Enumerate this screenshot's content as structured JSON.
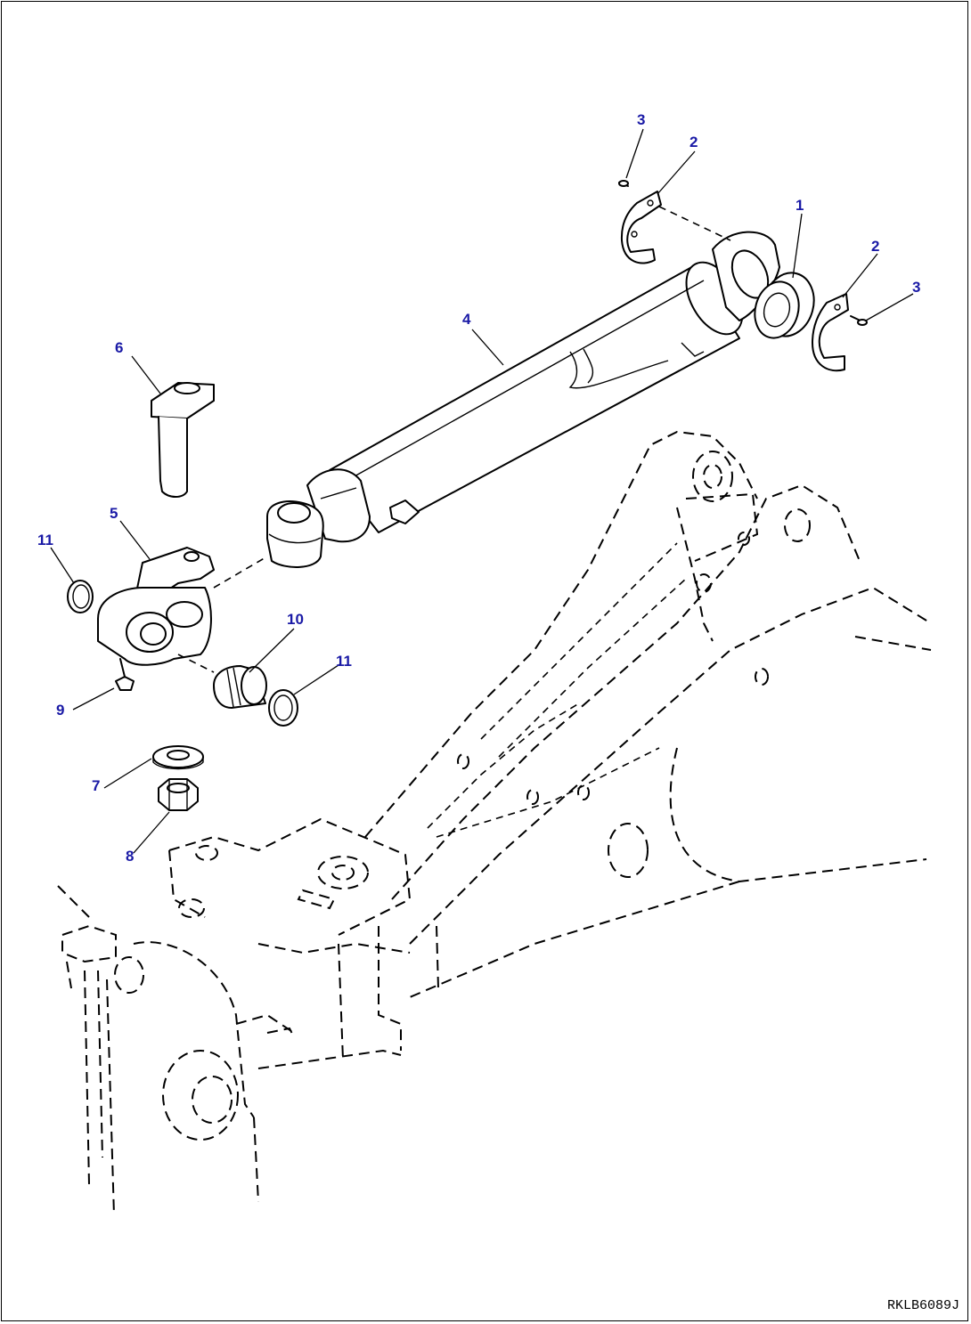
{
  "drawing": {
    "code": "RKLB6089J"
  },
  "callouts": [
    {
      "id": "1",
      "label": "1"
    },
    {
      "id": "2a",
      "label": "2"
    },
    {
      "id": "2b",
      "label": "2"
    },
    {
      "id": "3a",
      "label": "3"
    },
    {
      "id": "3b",
      "label": "3"
    },
    {
      "id": "4",
      "label": "4"
    },
    {
      "id": "5",
      "label": "5"
    },
    {
      "id": "6",
      "label": "6"
    },
    {
      "id": "7",
      "label": "7"
    },
    {
      "id": "8",
      "label": "8"
    },
    {
      "id": "9",
      "label": "9"
    },
    {
      "id": "10",
      "label": "10"
    },
    {
      "id": "11a",
      "label": "11"
    },
    {
      "id": "11b",
      "label": "11"
    }
  ],
  "colors": {
    "callout": "#1a1aa6",
    "line": "#000000"
  }
}
